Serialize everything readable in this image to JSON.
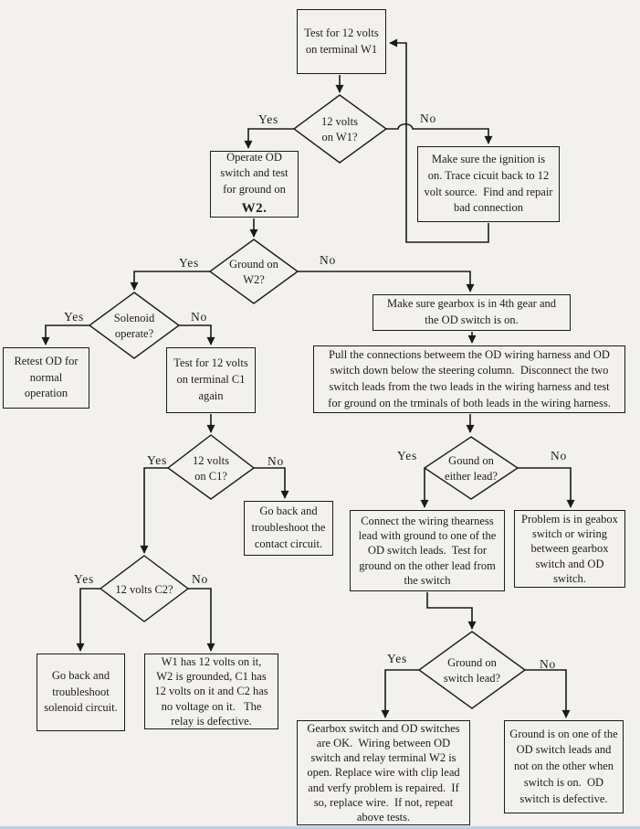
{
  "flowchart": {
    "colors": {
      "background": "#f2f1ed",
      "line": "#1a1a1a",
      "text": "#1c1c1c"
    },
    "edge_labels": {
      "yes": "Yes",
      "no": "No"
    },
    "process_boxes": {
      "test_w1": {
        "text": "Test for 12 volts\non terminal W1"
      },
      "ignition": {
        "text": "Make sure the ignition is\non. Trace cicuit back to 12\nvolt source.  Find and repair\nbad connection"
      },
      "operate_od": {
        "text": "Operate OD\nswitch and test\nfor ground on",
        "emphasis": "W2."
      },
      "retest": {
        "text": "Retest OD for\nnormal\noperation"
      },
      "test_c1": {
        "text": "Test for 12 volts\non terminal C1\nagain"
      },
      "gearbox_4th": {
        "text": "Make sure gearbox is in 4th gear and\nthe OD switch is on."
      },
      "pull_connections": {
        "text": "Pull the connections betweem the OD wiring harness and OD\nswitch down below the steering column.  Disconnect the two\nswitch leads from the two leads in the wiring harness and test\nfor ground on the trminals of both leads in the wiring harness."
      },
      "goback_contact": {
        "text": "Go back and\ntroubleshoot the\ncontact circuit."
      },
      "connect_harness": {
        "text": "Connect the wiring thearness\nlead with ground to one of the\nOD switch leads.  Test for\nground on the other lead from\nthe switch"
      },
      "problem_gearbox": {
        "text": "Problem is in geabox\nswitch or wiring\nbetween gearbox\nswitch and OD\nswitch."
      },
      "goback_solenoid": {
        "text": "Go back and\ntroubleshoot\nsolenoid circuit."
      },
      "relay_defective": {
        "text": "W1 has 12 volts on it,\nW2 is grounded, C1 has\n12 volts on it and C2 has\nno voltage on it.   The\nrelay is defective."
      },
      "gearbox_ok": {
        "text": "Gearbox switch and OD switches\nare OK.  Wiring between OD\nswitch and relay terminal W2 is\nopen. Replace wire with clip lead\nand verfy problem is repaired.  If\nso, replace wire.  If not, repeat\nabove tests."
      },
      "od_defective": {
        "text": "Ground is on one of the\nOD switch leads and\nnot on the other when\nswitch is on.  OD\nswitch is defective."
      }
    },
    "decision_diamonds": {
      "volts_w1": {
        "text": "12 volts\non W1?"
      },
      "ground_w2": {
        "text": "Ground on\nW2?"
      },
      "solenoid": {
        "text": "Solenoid\noperate?"
      },
      "volts_c1": {
        "text": "12 volts\non C1?"
      },
      "either_lead": {
        "text": "Gound on\neither lead?"
      },
      "volts_c2": {
        "text": "12 volts C2?"
      },
      "switch_lead": {
        "text": "Ground on\nswitch lead?"
      }
    }
  }
}
